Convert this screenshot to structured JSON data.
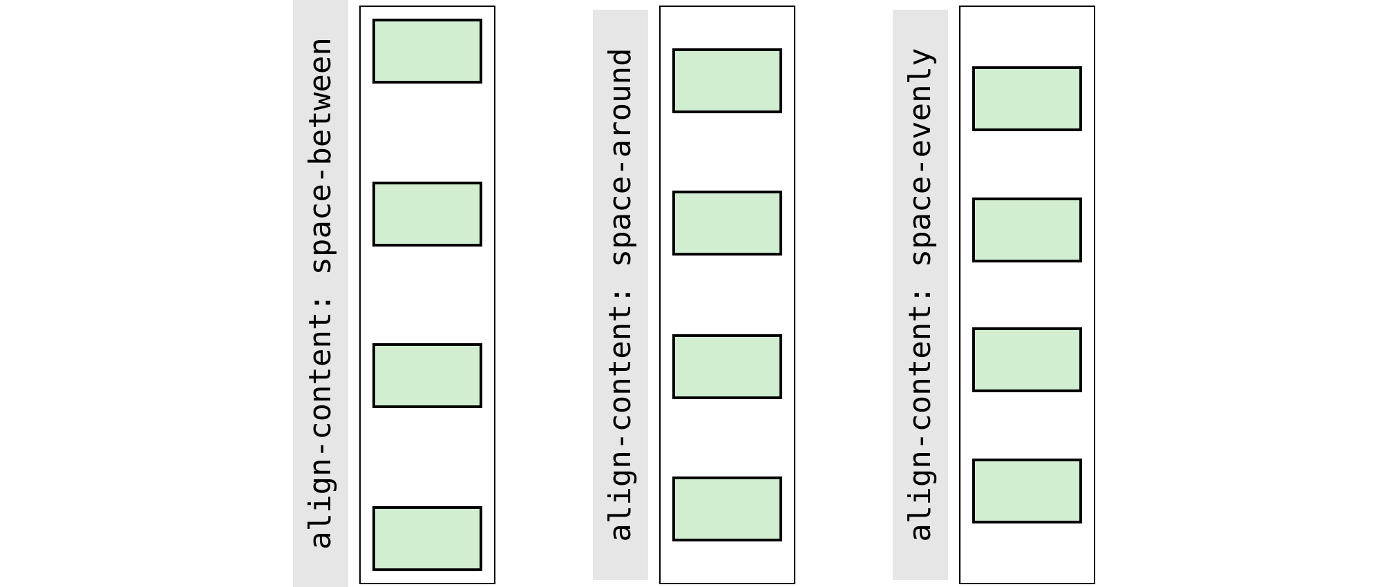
{
  "item_fill": "#d1eed1",
  "label_background": "#e6e6e6",
  "panels": [
    {
      "label": "align-content:  space-between",
      "distribution": "space-between",
      "item_count": 4
    },
    {
      "label": "align-content:  space-around",
      "distribution": "space-around",
      "item_count": 4
    },
    {
      "label": "align-content:  space-evenly",
      "distribution": "space-evenly",
      "item_count": 4
    }
  ]
}
